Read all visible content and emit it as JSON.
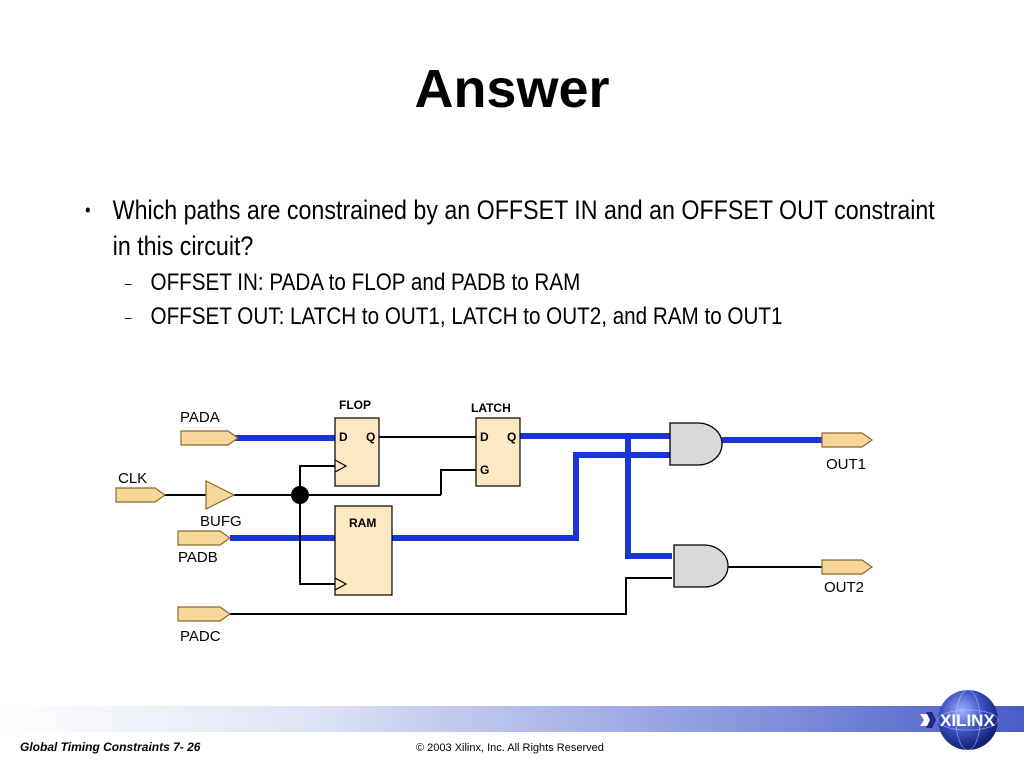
{
  "title": "Answer",
  "bullet": {
    "text": "Which paths are constrained by an OFFSET IN and an OFFSET OUT constraint in this circuit?",
    "subitems": [
      "OFFSET IN: PADA to FLOP and PADB to RAM",
      "OFFSET OUT: LATCH to OUT1, LATCH to OUT2, and RAM to OUT1"
    ]
  },
  "diagram": {
    "pads": {
      "pada": "PADA",
      "clk": "CLK",
      "padb": "PADB",
      "padc": "PADC",
      "out1": "OUT1",
      "out2": "OUT2"
    },
    "bufg": "BUFG",
    "flop": {
      "title": "FLOP",
      "d": "D",
      "q": "Q"
    },
    "latch": {
      "title": "LATCH",
      "d": "D",
      "q": "Q",
      "g": "G"
    },
    "ram": {
      "title": "RAM"
    },
    "colors": {
      "path": "#1a35d6",
      "wire": "#000000",
      "block": "#fde8c4",
      "gate": "#d9d9d9",
      "pad": "#f7d79a"
    }
  },
  "footer": {
    "left": "Global Timing Constraints  7- 26",
    "right": "© 2003 Xilinx, Inc. All Rights Reserved",
    "logo": "XILINX"
  }
}
